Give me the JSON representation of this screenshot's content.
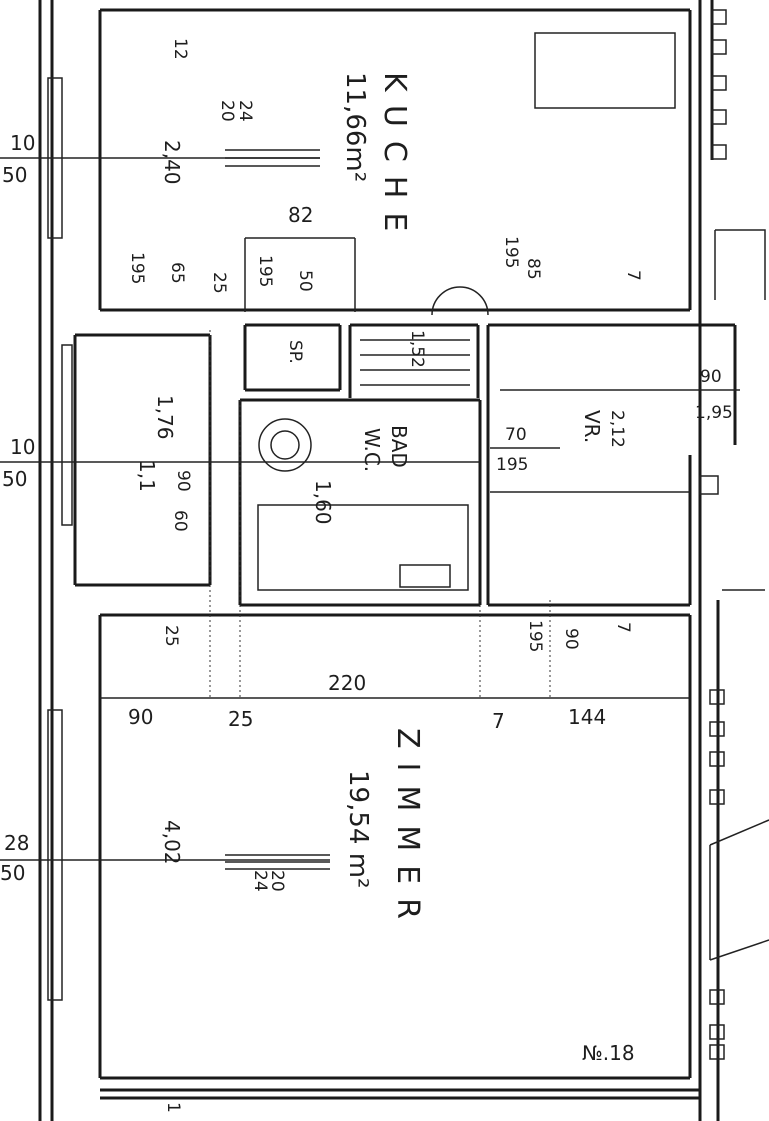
{
  "rooms": {
    "kitchen": {
      "name": "KUCHE",
      "area": "11,66m²",
      "vert": "2,40",
      "window_top": "20",
      "window_bot": "24",
      "small": "12"
    },
    "living": {
      "name": "ZIMMER",
      "area": "19,54 m²",
      "vert": "4,02",
      "window_top": "20",
      "window_bot": "24"
    },
    "bath": {
      "name": "BAD",
      "sub": "W.C.",
      "dim": "1,60"
    },
    "hall": {
      "name": "VR.",
      "dim": "2,12"
    },
    "pantry": {
      "name": "SP."
    },
    "side": {
      "dim1": "1,76",
      "dim2": "1,1",
      "win_top": "90",
      "win_bot": "60"
    }
  },
  "dims": {
    "h_220": "220",
    "h_90": "90",
    "h_25a": "25",
    "h_144": "144",
    "h_7": "7",
    "v_25": "25",
    "k_82": "82",
    "k_50": "50",
    "k_195": "195",
    "k_25": "25",
    "k_65": "65",
    "k_195b": "195",
    "k_85": "85",
    "k_195c": "195",
    "stairs_152": "1,52",
    "hall_90": "90",
    "hall_195": "1,95",
    "hall_70": "70",
    "hall_195b": "195",
    "low_90": "90",
    "low_195": "195",
    "low_7": "7",
    "left_10a": "10",
    "left_50a": "50",
    "left_10b": "10",
    "left_50b": "50",
    "left_28": "28",
    "left_50c": "50",
    "bottom_1": "1",
    "k_7": "7"
  },
  "plan_no": "№.18"
}
